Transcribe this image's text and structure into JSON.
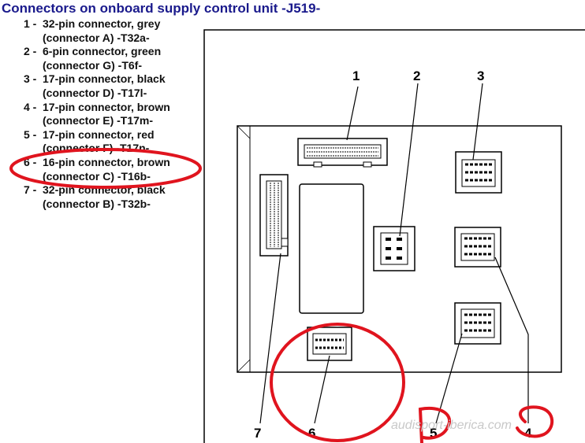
{
  "title": "Connectors on onboard supply control unit -J519-",
  "legend": [
    {
      "num": "1 -",
      "line1": "32-pin connector, grey",
      "line2": "(connector A) -T32a-"
    },
    {
      "num": "2 -",
      "line1": "6-pin connector, green",
      "line2": "(connector G) -T6f-"
    },
    {
      "num": "3 -",
      "line1": "17-pin connector, black",
      "line2": "(connector D) -T17l-"
    },
    {
      "num": "4 -",
      "line1": "17-pin connector, brown",
      "line2": "(connector E) -T17m-"
    },
    {
      "num": "5 -",
      "line1": "17-pin connector, red",
      "line2": "(connector F) -T17n-"
    },
    {
      "num": "6 -",
      "line1": "16-pin connector, brown",
      "line2": "(connector C) -T16b-"
    },
    {
      "num": "7 -",
      "line1": "32-pin connector, black",
      "line2": "(connector B) -T32b-"
    }
  ],
  "callouts": {
    "c1": "1",
    "c2": "2",
    "c3": "3",
    "c4": "4",
    "c5": "5",
    "c6": "6",
    "c7": "7"
  },
  "watermark": "audisport-iberica.com",
  "colors": {
    "title": "#1a1a8c",
    "highlight": "#e0141e",
    "line": "#000000"
  }
}
